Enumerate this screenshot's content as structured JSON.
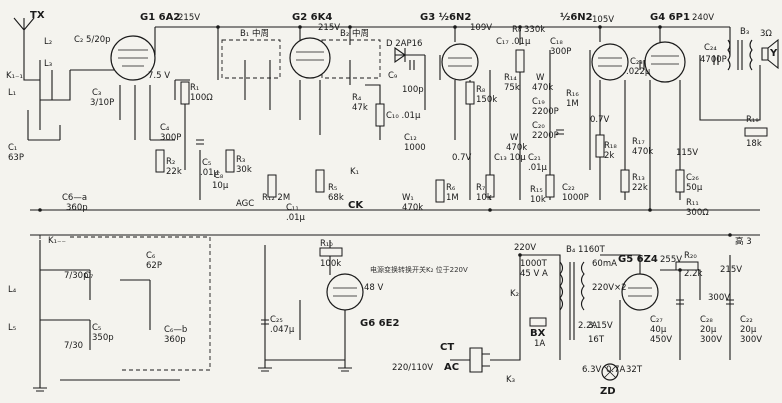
{
  "antenna": {
    "label": "TX"
  },
  "power_rails": {
    "b_plus_1": "215V",
    "b_plus_2": "215V",
    "b_plus_3": "109V",
    "b_plus_4": "105V",
    "b_plus_5": "240V",
    "high_voltage_label": "高 3"
  },
  "tubes": [
    {
      "id": "G1",
      "type": "6A2"
    },
    {
      "id": "G2",
      "type": "6K4"
    },
    {
      "id": "G3",
      "type": "½6N2"
    },
    {
      "id": "G3b",
      "type": "½6N2"
    },
    {
      "id": "G4",
      "type": "6P1"
    },
    {
      "id": "G5",
      "type": "6Z4"
    },
    {
      "id": "G6",
      "type": "6E2"
    }
  ],
  "components": {
    "K11": "K₁₋₁",
    "L1": "L₁",
    "L2": "L₂",
    "L3": "L₃",
    "L4": "L₄",
    "L5": "L₅",
    "C1": "C₁",
    "C1_val": "63P",
    "C2": "C₂ 5/20p",
    "C3": "C₃",
    "C3_val": "3/10P",
    "C6a": "C6—a",
    "C6a_val": "360p",
    "C4": "C₄",
    "C4_val": "300P",
    "v75": "7.5 V",
    "R1": "R₁",
    "R1_val": "100Ω",
    "R2": "R₂",
    "R2_val": "22k",
    "C5": "C₅",
    "C5_val": ".01μ",
    "C8": "C₈",
    "C8_val": "10μ",
    "R3": "R₃",
    "R3_val": "30k",
    "AGC": "AGC",
    "B1": "B₁",
    "B1_sub": "中周",
    "B2": "B₂",
    "B2_sub": "中周",
    "D": "D 2AP16",
    "C9": "C₉",
    "C9_val": "100p",
    "R4": "R₄",
    "R4_val": "47k",
    "C10": "C₁₀ .01μ",
    "C11": "C₁₁",
    "C11_val": ".01μ",
    "R12": "R₁₂ 2M",
    "C12": "C₁₂",
    "C12_val": "1000",
    "R5": "R₅",
    "R5_val": "68k",
    "K1": "K₁",
    "CK": "CK",
    "W1": "W₁",
    "W1_val": "470k",
    "R6": "R₆",
    "R6_val": "1M",
    "R7": "R₇",
    "R7_val": "10k",
    "R8": "R₈",
    "R8_val": "150k",
    "C13": "C₁₃ 10μ",
    "v07a": "0.7V",
    "R9": "R₉ 330k",
    "C17": "C₁₇ .01μ",
    "C18": "C₁₈",
    "C18_val": "300P",
    "R14": "R₁₄",
    "R14_val": "75k",
    "W2": "W",
    "W2_val": "470k",
    "C19": "C₁₉",
    "C19_val": "2200P",
    "R16": "R₁₆",
    "R16_val": "1M",
    "C20": "C₂₀",
    "C20_val": "2200P",
    "W3": "W",
    "W3_val": "470k",
    "C21": "C₂₁",
    "C21_val": ".01μ",
    "R15": "R₁₅",
    "R15_val": "10k",
    "C22": "C₂₂",
    "C22_val": "1000P",
    "R18": "R₁₈",
    "R18_val": "2k",
    "v07b": "0.7V",
    "C23": "C₂₃",
    "C23_val": ".022μ",
    "R17": "R₁₇",
    "R17_val": "470k",
    "R13": "R₁₃",
    "R13_val": "22k",
    "C26": "C₂₆",
    "C26_val": "50μ",
    "R11": "R₁₁",
    "R11_val": "300Ω",
    "v115": "115V",
    "C24": "C₂₄",
    "C24_val": "4700P",
    "B3": "B₃",
    "R19": "R₁₉",
    "R19_val": "18k",
    "spk_label": "Y",
    "spk_ohm": "3Ω",
    "K1minus": "K₁₋₋",
    "C7": "C₇",
    "C7_val": "7/30p",
    "L4_val": "7/30",
    "C6b": "C₆—b",
    "C6b_val": "360p",
    "C5b": "C₅",
    "C5b_val": "350p",
    "C6p": "C₆",
    "C6p_val": "62P",
    "R10": "R₁₀",
    "R10_val": "100k",
    "v48": "48 V",
    "C25": "C₂₅",
    "C25_val": ".047μ",
    "v220": "220V",
    "B4": "B₄ 1160T",
    "t1000": "1000T",
    "t45": "45 V A",
    "t60": "60mA",
    "K2": "K₂",
    "BX": "BX",
    "BX_val": "1A",
    "v220_110": "220/110V",
    "AC": "AC",
    "CT": "CT",
    "K3": "K₃",
    "t22": "2.2A",
    "v315": "3.15V",
    "t16": "16T",
    "t32": "32T",
    "v63": "6.3V",
    "a07": "0.7A",
    "ZD": "ZD",
    "R20": "R₂₀",
    "R20_val": "2.2k",
    "v255": "255V",
    "v215": "215V",
    "C27": "C₂₇",
    "C27_val": "40μ",
    "C27_v": "450V",
    "C28": "C₂₈",
    "C28_val": "20μ",
    "C28_v": "300V",
    "v300": "300V",
    "C22b": "C₂₂",
    "C22b_val": "20μ",
    "C22b_v": "300V",
    "r_x2": "220V×2",
    "bottom_label": "电源变换转换开关K₂ 位于220V"
  }
}
